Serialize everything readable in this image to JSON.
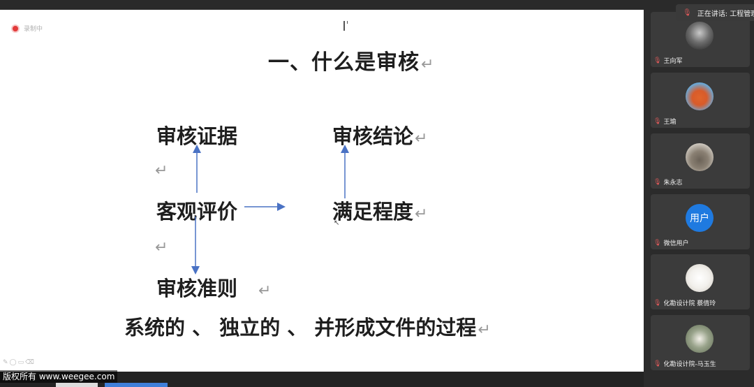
{
  "recording": {
    "label": "录制中"
  },
  "slide": {
    "title": "一、什么是审核",
    "return_mark": "↵",
    "words": {
      "evidence": "审核证据",
      "conclusion": "审核结论",
      "objective": "客观评价",
      "satisfy": "满足程度",
      "criteria": "审核准则"
    },
    "process_line": "系统的 、 独立的 、 并形成文件的过程"
  },
  "watermark": "版权所有 www.weegee.com",
  "speaking": {
    "label": "正在讲话: 工程管理"
  },
  "participants": [
    {
      "name": "王向军",
      "avatar": "photo"
    },
    {
      "name": "王瑜",
      "avatar": "photo"
    },
    {
      "name": "朱永志",
      "avatar": "photo"
    },
    {
      "name": "微信用户",
      "avatar_text": "用户"
    },
    {
      "name": "化勘设计院 蔡倩玲",
      "avatar": "photo"
    },
    {
      "name": "化勘设计院-马玉生",
      "avatar": "photo"
    }
  ],
  "icons": {
    "mic": "mic-muted-icon",
    "record": "record-icon"
  },
  "colors": {
    "arrow": "#4a72c4",
    "record": "#e23a3a",
    "tile_bg": "#3b3b3b"
  }
}
